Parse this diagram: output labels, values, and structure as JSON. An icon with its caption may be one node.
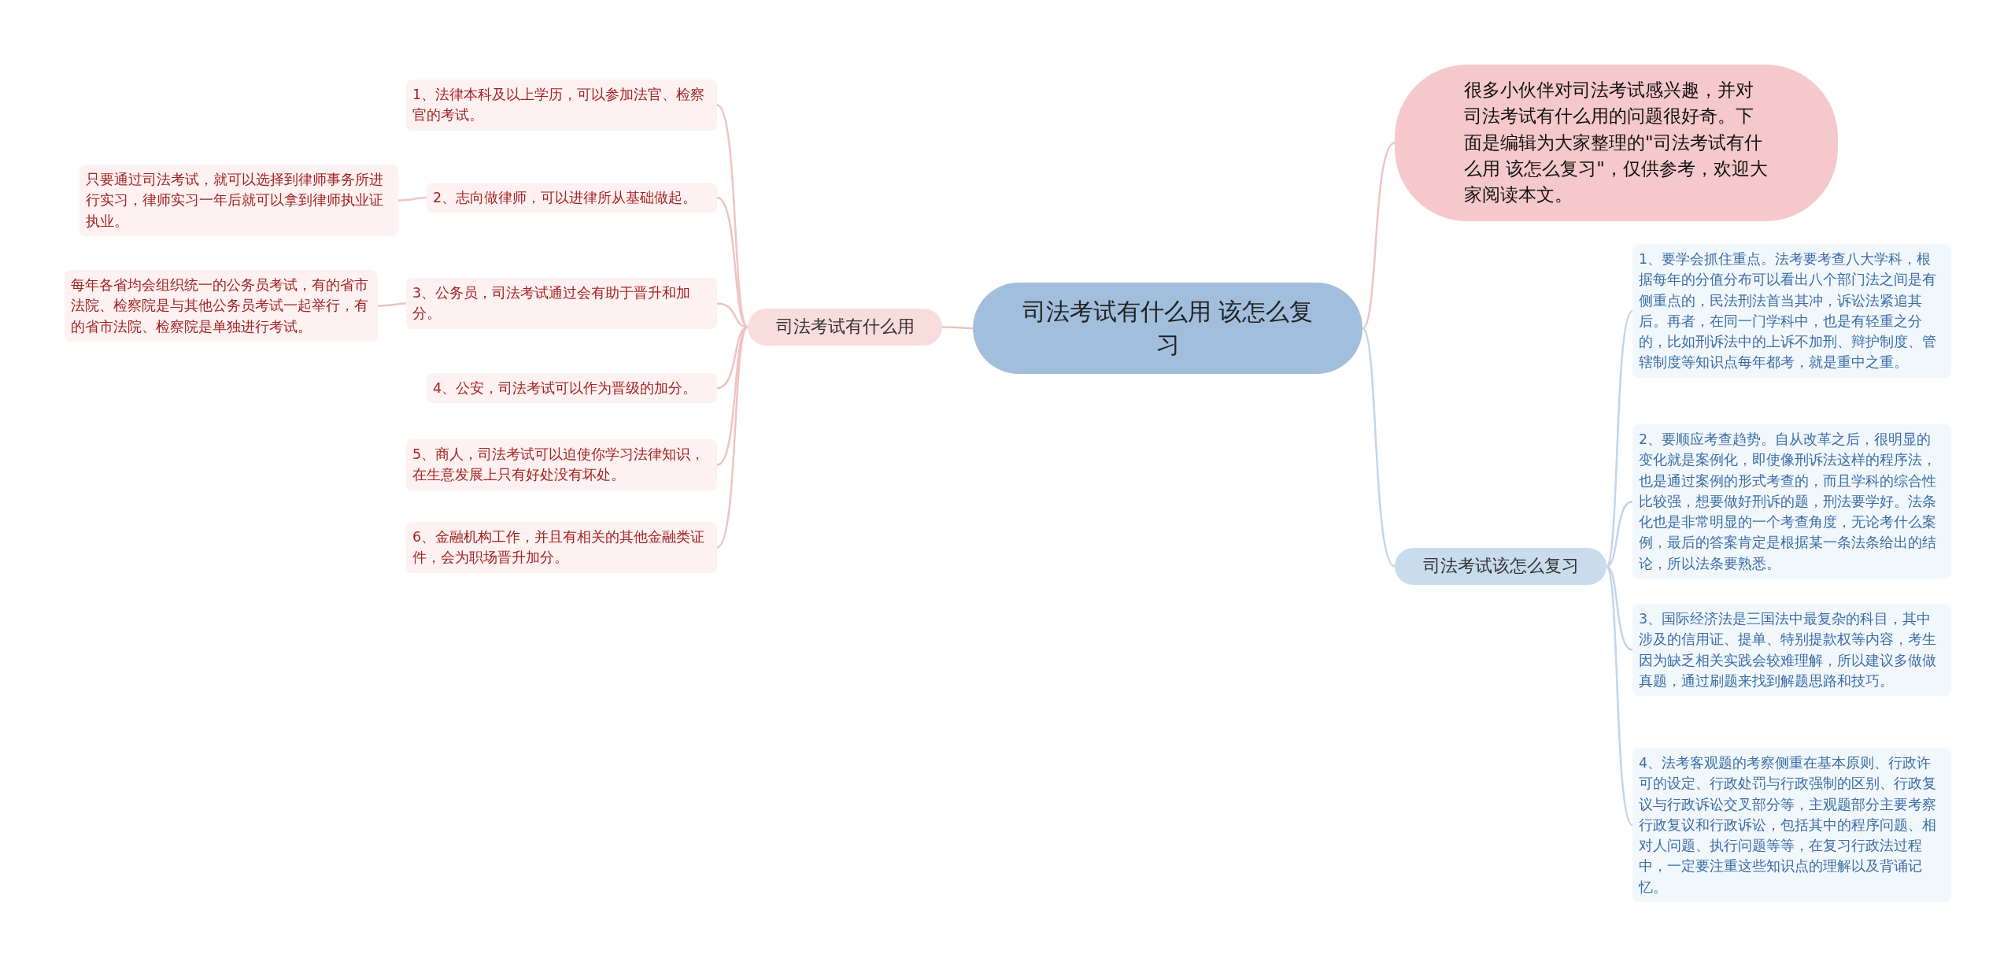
{
  "diagram": {
    "nodes": [
      {
        "text": [
          "司法考试有什么用 该怎么复习"
        ]
      },
      {
        "text": [
          "很多小伙伴对司法考试感兴趣，并对司法考试有什么用的问题很好奇。下面是编辑为大家整理的\"司法考试有什么用 该怎么复习\"，仅供参考，欢迎大家阅读本文。"
        ]
      },
      {
        "text": [
          "司法考试有什么用"
        ]
      },
      {
        "text": [
          "1、法律本科及以上学历，可以参加法官、检察官的考试。"
        ]
      },
      {
        "text": [
          "2、志向做律师，可以进律所从基础做起。"
        ]
      },
      {
        "text": [
          "只要通过司法考试，就可以选择到律师事务所进行实习，律师实习一年后就可以拿到律师执业证执业。"
        ]
      },
      {
        "text": [
          "3、公务员，司法考试通过会有助于晋升和加分。"
        ]
      },
      {
        "text": [
          "每年各省均会组织统一的公务员考试，有的省市法院、检察院是与其他公务员考试一起举行，有的省市法院、检察院是单独进行考试。"
        ]
      },
      {
        "text": [
          "4、公安，司法考试可以作为晋级的加分。"
        ]
      },
      {
        "text": [
          "5、商人，司法考试可以迫使你学习法律知识，在生意发展上只有好处没有坏处。"
        ]
      },
      {
        "text": [
          "6、金融机构工作，并且有相关的其他金融类证件，会为职场晋升加分。"
        ]
      },
      {
        "text": [
          "司法考试该怎么复习"
        ]
      },
      {
        "text": [
          "1、要学会抓住重点。法考要考查八大学科，根据每年的分值分布可以看出八个部门法之间是有侧重点的，民法刑法首当其冲，诉讼法紧追其后。再者，在同一门学科中，也是有轻重之分的，比如刑诉法中的上诉不加刑、辩护制度、管辖制度等知识点每年都考，就是重中之重。"
        ]
      },
      {
        "text": [
          "2、要顺应考查趋势。自从改革之后，很明显的变化就是案例化，即使像刑诉法这样的程序法，也是通过案例的形式考查的，而且学科的综合性比较强，想要做好刑诉的题，刑法要学好。法条化也是非常明显的一个考查角度，无论考什么案例，最后的答案肯定是根据某一条法条给出的结论，所以法条要熟悉。"
        ]
      },
      {
        "text": [
          "3、国际经济法是三国法中最复杂的科目，其中涉及的信用证、提单、特别提款权等内容，考生因为缺乏相关实践会较难理解，所以建议多做做真题，通过刷题来找到解题思路和技巧。"
        ]
      },
      {
        "text": [
          "4、法考客观题的考察侧重在基本原则、行政许可的设定、行政处罚与行政强制的区别、行政复议与行政诉讼交叉部分等，主观题部分主要考察行政复议和行政诉讼，包括其中的程序问题、相对人问题、执行问题等等，在复习行政法过程中，一定要注重这些知识点的理解以及背诵记忆。"
        ]
      }
    ],
    "edges": [
      {
        "from": 0,
        "to": 1,
        "arrow": "none"
      },
      {
        "from": 0,
        "to": 2,
        "arrow": "none"
      },
      {
        "from": 2,
        "to": 3,
        "arrow": "none"
      },
      {
        "from": 2,
        "to": 4,
        "arrow": "none"
      },
      {
        "from": 4,
        "to": 5,
        "arrow": "none"
      },
      {
        "from": 2,
        "to": 6,
        "arrow": "none"
      },
      {
        "from": 6,
        "to": 7,
        "arrow": "none"
      },
      {
        "from": 2,
        "to": 8,
        "arrow": "none"
      },
      {
        "from": 2,
        "to": 9,
        "arrow": "none"
      },
      {
        "from": 2,
        "to": 10,
        "arrow": "none"
      },
      {
        "from": 0,
        "to": 11,
        "arrow": "none",
        "color": "#c3d5e8"
      },
      {
        "from": 11,
        "to": 12,
        "arrow": "none",
        "color": "#c3d5e8"
      },
      {
        "from": 11,
        "to": 13,
        "arrow": "none",
        "color": "#c3d5e8"
      },
      {
        "from": 11,
        "to": 14,
        "arrow": "none",
        "color": "#c3d5e8"
      },
      {
        "from": 11,
        "to": 15,
        "arrow": "none",
        "color": "#c3d5e8"
      }
    ]
  }
}
